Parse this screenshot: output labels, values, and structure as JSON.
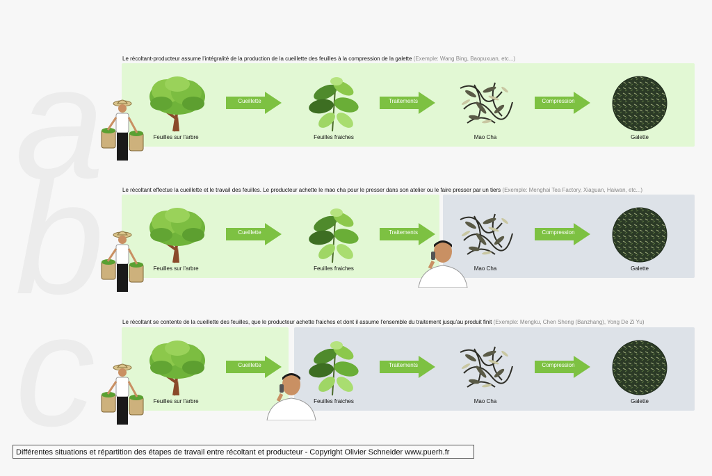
{
  "letters": [
    "a",
    "b",
    "c"
  ],
  "rows": [
    {
      "title": "Le récoltant-producteur assume l'intégralité de la production de la cueillette des feuilles à la compression de la galette",
      "example": "(Exemple: Wang Bing, Baopuxuan, etc...)"
    },
    {
      "title": "Le récoltant effectue la cueillette et le travail des feuilles. Le producteur achette le mao cha pour le presser dans son atelier ou le faire presser par un tiers",
      "example": "(Exemple: Menghai Tea Factory, Xiaguan, Haiwan, etc...)"
    },
    {
      "title": "Le récoltant se contente de la cueillette des feuilles, que le producteur achette fraiches et dont il assume l'ensemble du traitement jusqu'au produit finit",
      "example": "(Exemple: Mengku, Chen Sheng (Banzhang), Yong De Zi Yu)"
    }
  ],
  "steps": {
    "tree": "Feuilles sur l'arbre",
    "leaves": "Feuilles fraiches",
    "maocha": "Mao Cha",
    "galette": "Galette"
  },
  "arrows": {
    "cueillette": "Cueillette",
    "traitements": "Traitements",
    "compression": "Compression"
  },
  "colors": {
    "harvester_band": "#e2f8d4",
    "producer_band": "#dde2e8",
    "arrow": "#7dc142"
  },
  "icons": [
    "tree-icon",
    "fresh-leaves-icon",
    "mao-cha-icon",
    "galette-icon",
    "harvester-icon",
    "producer-icon"
  ],
  "footer": "Différentes situations et répartition des étapes de travail entre récoltant et producteur - Copyright Olivier Schneider www.puerh.fr"
}
